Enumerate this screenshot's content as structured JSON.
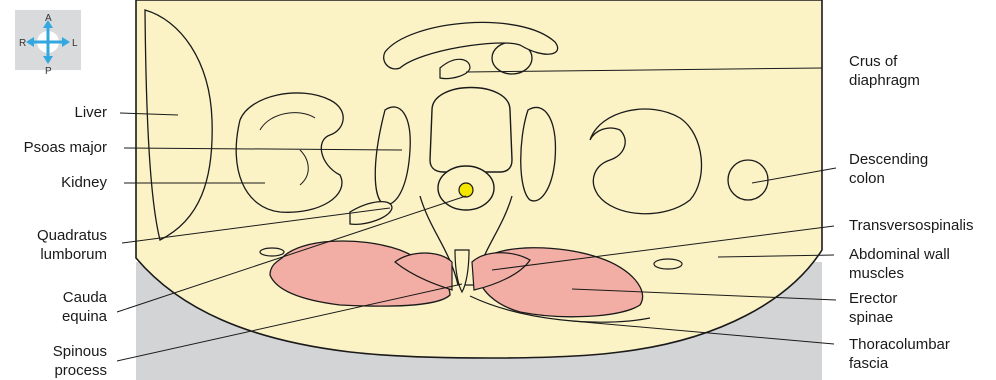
{
  "orientation": {
    "anterior": "A",
    "posterior": "P",
    "right": "R",
    "left": "L"
  },
  "labels_left": {
    "liver": "Liver",
    "psoas_major": "Psoas major",
    "kidney": "Kidney",
    "quadratus_lumborum": "Quadratus\nlumborum",
    "cauda_equina": "Cauda\nequina",
    "spinous_process": "Spinous\nprocess"
  },
  "labels_right": {
    "crus_of_diaphragm": "Crus of\ndiaphragm",
    "descending_colon": "Descending\ncolon",
    "transversospinalis": "Transversospinalis",
    "abdominal_wall_muscles": "Abdominal wall\nmuscles",
    "erector_spinae": "Erector\nspinae",
    "thoracolumbar_fascia": "Thoracolumbar\nfascia"
  },
  "colors": {
    "tissue": "#fbf2c6",
    "muscle": "#f2aea4",
    "table": "#d3d4d6",
    "outline": "#1a1a1a",
    "orientation_arrow": "#33a7e0",
    "orientation_bg": "#d9dadc",
    "cord": "#f5e600"
  }
}
